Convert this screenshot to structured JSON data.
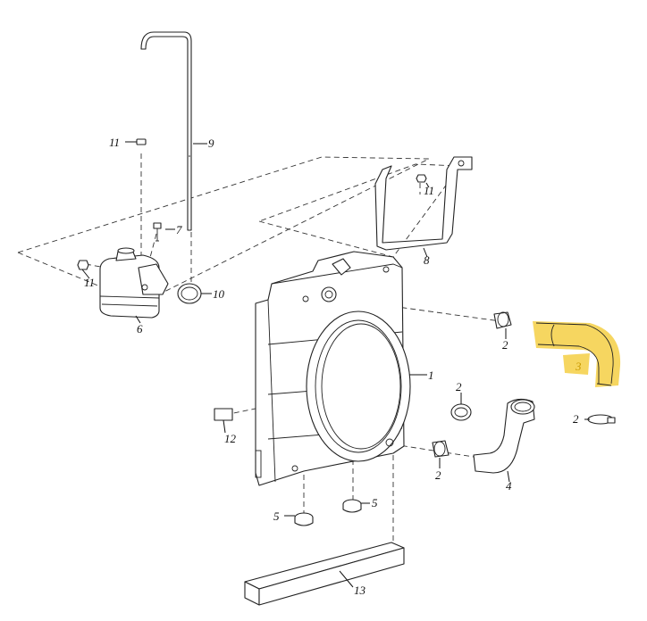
{
  "diagram": {
    "callouts": {
      "c1": "1",
      "c2a": "2",
      "c2b": "2",
      "c2c": "2",
      "c2d": "2",
      "c3": "3",
      "c4": "4",
      "c5a": "5",
      "c5b": "5",
      "c6": "6",
      "c7": "7",
      "c8": "8",
      "c9": "9",
      "c10": "10",
      "c11a": "11",
      "c11b": "11",
      "c11c": "11",
      "c12": "12",
      "c13": "13"
    },
    "highlight_color": "#f3c623",
    "highlighted_part": "3"
  }
}
